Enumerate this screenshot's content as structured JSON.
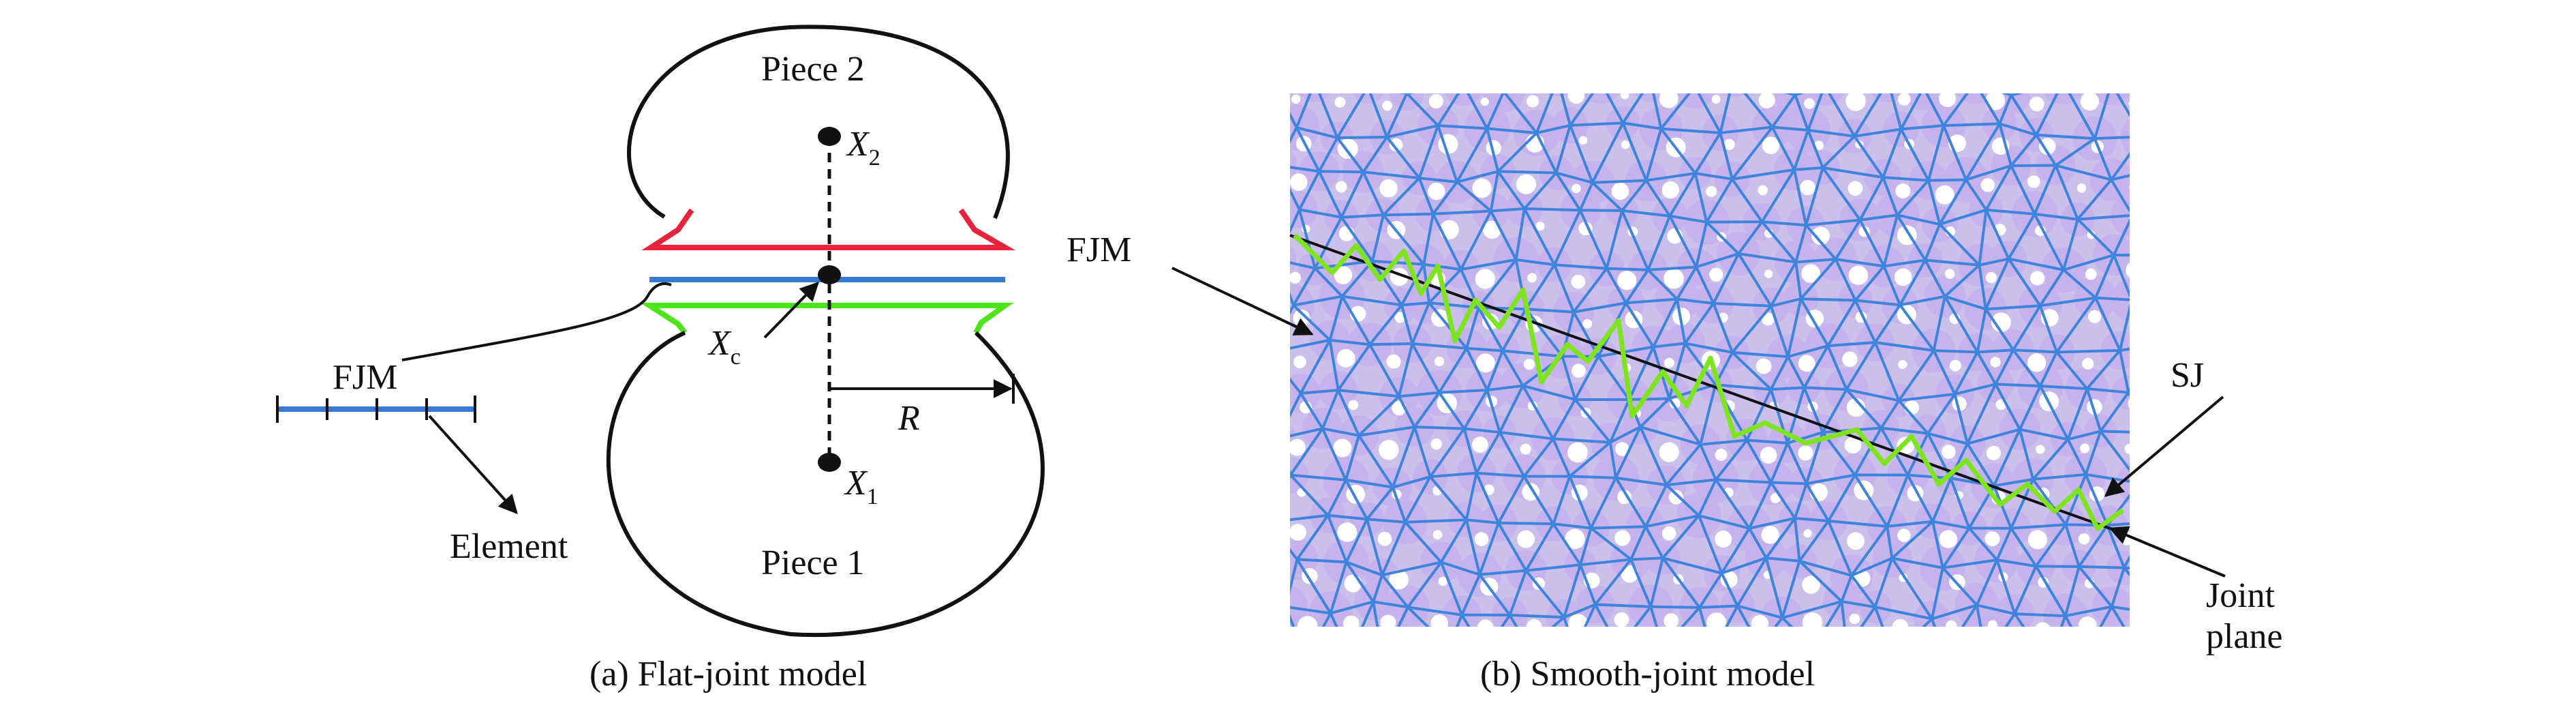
{
  "panel_a": {
    "caption": "(a) Flat-joint model",
    "piece_top": "Piece 2",
    "piece_bottom": "Piece 1",
    "x2": {
      "base": "X",
      "sub": "2"
    },
    "x1": {
      "base": "X",
      "sub": "1"
    },
    "xc": {
      "base": "X",
      "sub": "c"
    },
    "radius": "R",
    "fjm": "FJM",
    "element": "Element",
    "colors": {
      "top_notch": "#e8223a",
      "interface": "#3a78d8",
      "bottom_notch": "#4ee41a",
      "outline": "#111111"
    }
  },
  "panel_b": {
    "caption": "(b) Smooth-joint model",
    "fjm": "FJM",
    "sj": "SJ",
    "joint_plane_line1": "Joint",
    "joint_plane_line2": "plane",
    "colors": {
      "background": "#cbbfec",
      "mesh": "#3f84dc",
      "particle": "#c6b2ec",
      "joint": "#7de41d",
      "plane": "#111111"
    }
  }
}
